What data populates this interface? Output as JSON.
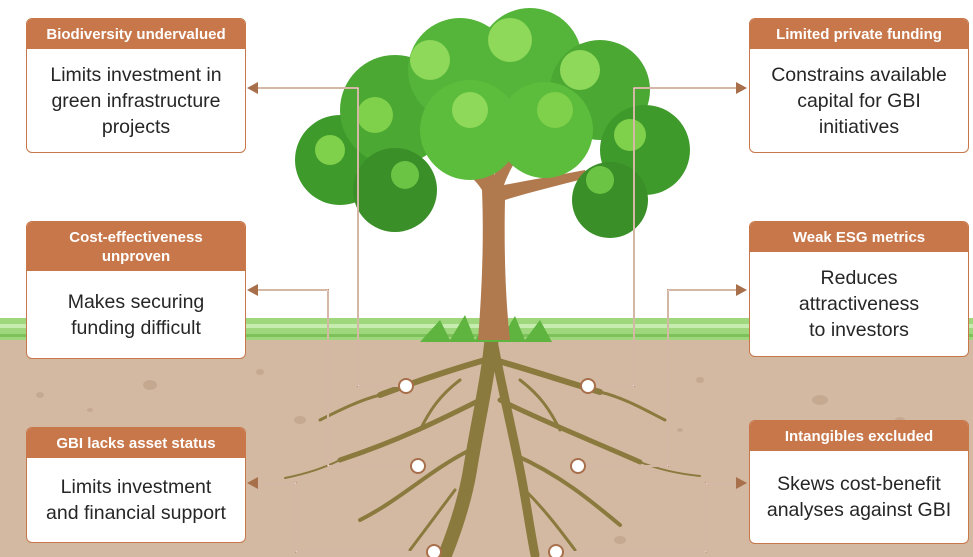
{
  "colors": {
    "accent": "#c8774a",
    "connector": "#a86f4b",
    "soil": "#d2b8a1",
    "grass": "#8fcf6a",
    "root": "#8a7a3e",
    "trunk": "#b07a4e",
    "foliage_dark": "#3f9a2c",
    "foliage_light": "#7fd04a"
  },
  "cards": [
    {
      "id": "biodiversity",
      "side": "left",
      "title": "Biodiversity undervalued",
      "body": "Limits investment in\ngreen infrastructure\nprojects"
    },
    {
      "id": "cost",
      "side": "left",
      "title": "Cost-effectiveness unproven",
      "body": "Makes securing\nfunding difficult"
    },
    {
      "id": "asset",
      "side": "left",
      "title": "GBI lacks asset status",
      "body": "Limits investment\nand financial support"
    },
    {
      "id": "funding",
      "side": "right",
      "title": "Limited private funding",
      "body": "Constrains available\ncapital for GBI\ninitiatives"
    },
    {
      "id": "esg",
      "side": "right",
      "title": "Weak ESG metrics",
      "body": "Reduces\nattractiveness\nto investors"
    },
    {
      "id": "intangibles",
      "side": "right",
      "title": "Intangibles excluded",
      "body": "Skews cost-benefit\nanalyses against GBI"
    }
  ],
  "icons": {
    "tree": "tree-illustration",
    "node": "root-node-circle",
    "arrow": "arrowhead-icon"
  }
}
